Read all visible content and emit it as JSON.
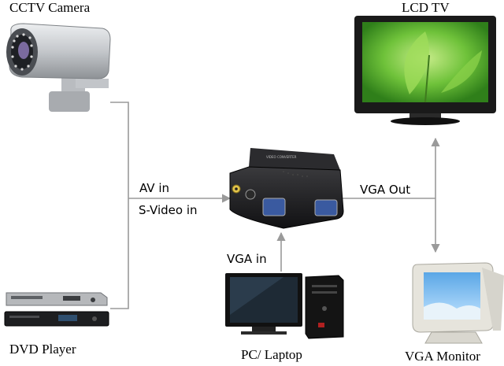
{
  "labels": {
    "cctv": "CCTV Camera",
    "dvd": "DVD Player",
    "lcd_tv": "LCD TV",
    "vga_monitor": "VGA Monitor",
    "pc": "PC/ Laptop",
    "av_in": "AV in",
    "svideo_in": "S-Video in",
    "vga_out": "VGA Out",
    "vga_in": "VGA in"
  },
  "colors": {
    "line": "#9a9a9a",
    "converter": "#1c1c1e",
    "tv_bezel": "#1a1a1a",
    "screen_green": "#6fc23a",
    "monitor_beige": "#e6e4dc",
    "camera_silver": "#c9ccd0"
  },
  "icons": [
    "cctv-camera-icon",
    "dvd-player-icon",
    "lcd-tv-icon",
    "vga-monitor-icon",
    "pc-laptop-icon",
    "converter-box-icon"
  ]
}
